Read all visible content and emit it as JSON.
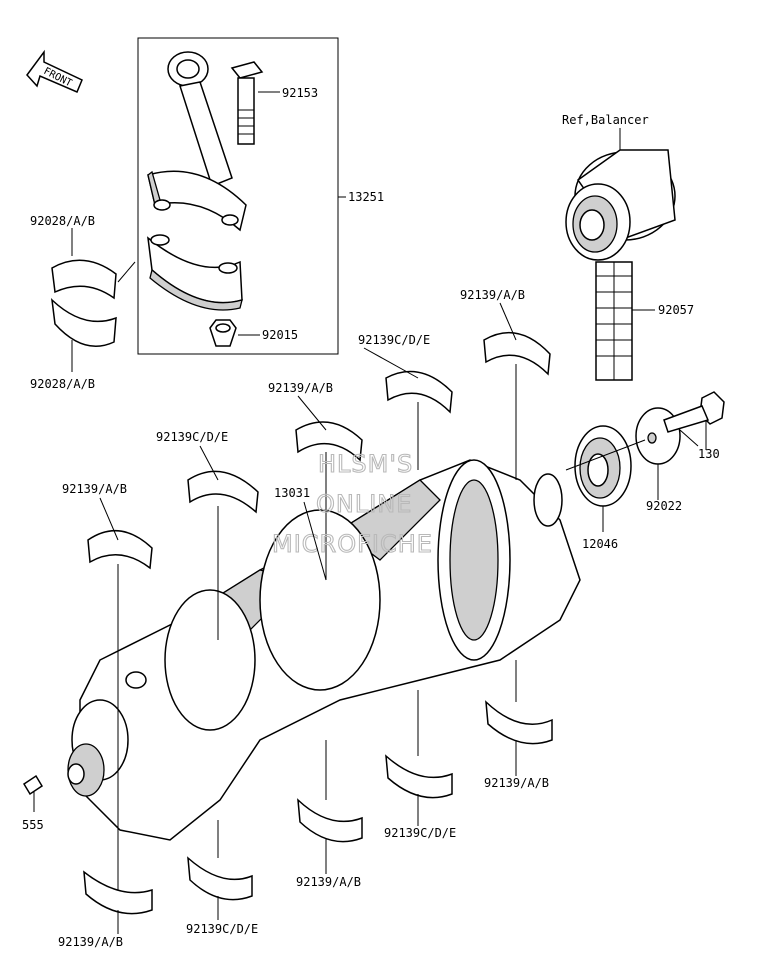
{
  "front_label": "FRONT",
  "ref_label": "Ref,Balancer",
  "watermark": [
    "HLSM'S",
    "ONLINE",
    "MICROFICHE"
  ],
  "labels": {
    "p92153": "92153",
    "p13251": "13251",
    "p92028_top": "92028/A/B",
    "p92028_bot": "92028/A/B",
    "p92015": "92015",
    "p92139_1": "92139/A/B",
    "p92057": "92057",
    "p92139cde_1": "92139C/D/E",
    "p92139_2": "92139/A/B",
    "p92139cde_2": "92139C/D/E",
    "p130": "130",
    "p92139_3": "92139/A/B",
    "p13031": "13031",
    "p92022": "92022",
    "p12046": "12046",
    "p92139_4": "92139/A/B",
    "p555": "555",
    "p92139cde_3": "92139C/D/E",
    "p92139_5": "92139/A/B",
    "p92139_6": "92139/A/B",
    "p92139cde_4": "92139C/D/E"
  }
}
